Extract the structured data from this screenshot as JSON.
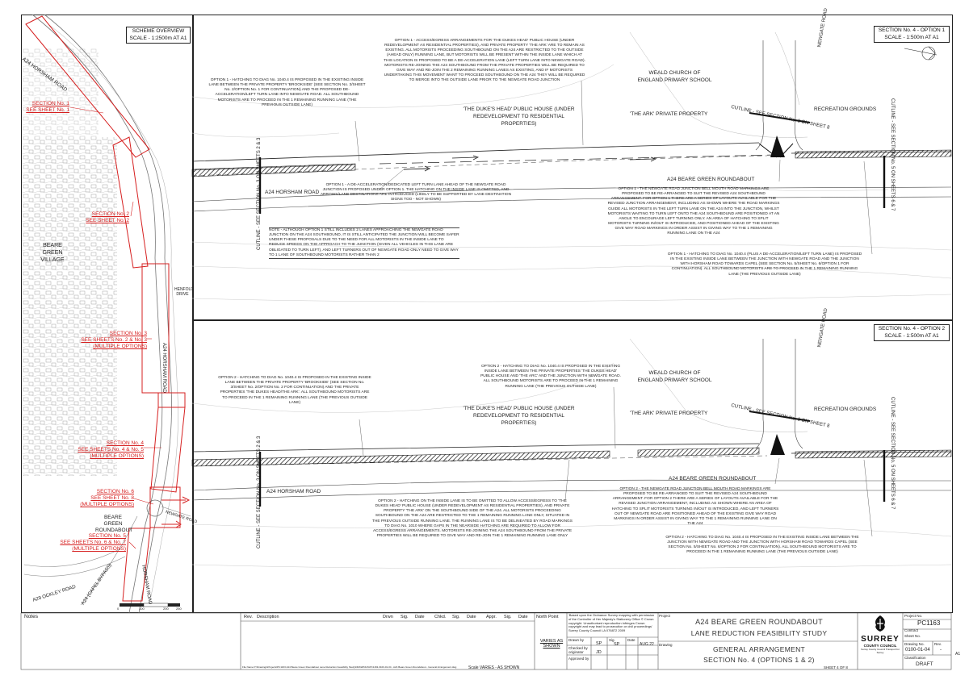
{
  "overview": {
    "scale_title": "SCHEME OVERVIEW",
    "scale": "SCALE - 1:2500m AT A1",
    "road_labels": [
      "A24 HORSHAM ROAD",
      "A24 HORSHAM ROAD",
      "A29 OCKLEY ROAD",
      "A24 (CAPEL BYPASS)",
      "HORSHAM ROAD",
      "NEWGATE ROAD",
      "HENFOLD DRIVE"
    ],
    "village": "BEARE GREEN VILLAGE",
    "roundabout": "BEARE GREEN ROUNDABOUT",
    "sections": [
      {
        "line1": "SECTION No. 1",
        "line2": "SEE SHEET No. 1",
        "line3": ""
      },
      {
        "line1": "SECTION No. 2",
        "line2": "SEE SHEET No. 2",
        "line3": ""
      },
      {
        "line1": "SECTION No. 3",
        "line2": "SEE SHEETS No. 2 & No. 3",
        "line3": "(MULTIPLE OPTIONS)"
      },
      {
        "line1": "SECTION No. 4",
        "line2": "SEE SHEETS No. 4 & No. 5",
        "line3": "(MULTIPLE OPTIONS)"
      },
      {
        "line1": "SECTION No. 6",
        "line2": "SEE SHEET No. 8",
        "line3": "(MULTIPLE OPTIONS)"
      },
      {
        "line1": "SECTION No. 5",
        "line2": "SEE SHEETS No. 6 & No. 7",
        "line3": "(MULTIPLE OPTIONS)"
      }
    ],
    "scale_ticks": [
      "0",
      "100",
      "200",
      "250"
    ]
  },
  "option1": {
    "box_title": "SECTION No. 4 - OPTION 1",
    "box_scale": "SCALE - 1:500m AT A1",
    "note_top": "OPTION 1 - ACCESS/EGRESS ARRANGEMENTS FOR 'THE DUKES HEAD' PUBLIC HOUSE (UNDER REDEVELOPMENT AS RESIDENTIAL PROPERTIES), AND PRIVATE PROPERTY 'THE ARK' ARE TO REMAIN AS EXISTING. ALL MOTORISTS PROCEEDING SOUTHBOUND ON THE A24 ARE RESTRICTED TO THE OUTSIDE (AHEAD ONLY) RUNNING LANE, BUT MOTORISTS WILL BE PRESENT WITHIN THE INSIDE LANE WHICH AT THIS LOCATION IS PROPOSED TO BE A DE-ACCELERATION LANE (LEFT TURN LANE INTO NEWGATE ROAD). MOTORISTS RE-JOINING THE A24 SOUTHBOUND FROM THE PRIVATE PROPERTIES WILL BE REQUIRED TO GIVE WAY AND RE-JOIN THE 2 REMAINING RUNNING LANES AS EXISTING, AND IF MOTORISTS UNDERTAKING THIS MOVEMENT WANT TO PROCEED SOUTHBOUND ON THE A24 THEY WILL BE REQUIRED TO MERGE INTO THE OUTSIDE LANE PRIOR TO THE NEWGATE ROAD JUNCTION",
    "note_left": "OPTION 1 - HATCHING TO DIAG No. 1040.4 IS PROPOSED IN THE EXISTING INSIDE LANE BETWEEN THE PRIVATE PROPERTY 'BROOKSIDE' (SEE SECTION No. 3/SHEET No. 2/OPTION No. 1 FOR CONTINUATION) AND THE PROPOSED DE-ACCELERATION/LEFT TURN LANE INTO NEWGATE ROAD. ALL SOUTHBOUND MOTORISTS ARE TO PROCEED IN THE 1 REMAINING RUNNING LANE (THE PREVIOUS OUTSIDE LANE)",
    "note_mid": "OPTION 1 - A DE-ACCELERATION/DEDICATED LEFT TURN LANE AHEAD OF THE NEWGATE ROAD JUNCTION IS PROPOSED UNDER OPTION 1. THE HATCHING ON THE INSIDE LANE IS OMITTED, AND ARROWS/LANE DESTINATIONS ARE INTRODUCED (LIKELY TO BE SUPPORTED BY LANE DESTINATION SIGNS TOO - NOT SHOWN)",
    "note_warn": "NOTE - ALTHOUGH OPTION 1 STILL INCLUDES 2 LANES APPROACHING THE NEWGATE ROAD JUNCTION ON THE A24 SOUTHBOUND, IT IS STILL ANTICIPATED THE JUNCTION WILL BECOME SAFER UNDER THESE PROPOSALS DUE TO THE NEED FOR ALL MOTORISTS IN THE INSIDE LANE TO REDUCE SPEEDS ON THE APPROACH TO THE JUNCTION (GIVEN ALL VEHICLES IN THIS LANE ARE OBLIGATED TO TURN LEFT), AND LEFT TURNERS OUT OF NEWGATE ROAD ONLY NEED TO GIVE WAY TO 1 LANE OF SOUTHBOUND MOTORISTS RATHER THAN 2",
    "note_right": "OPTION 1 - THE NEWGATE ROAD JUNCTION BELL MOUTH ROAD MARKINGS ARE PROPOSED TO BE RE-ARRANGED TO SUIT THE REVISED A24 SOUTHBOUND ARRANGEMENT. FOR OPTION 1 THERE ARE A SERIES OF LAYOUTS AVAILABLE FOR THE REVISED JUNCTION ARRANGEMENT, INCLUDING AS SHOWN WHERE THE ROAD MARKINGS GUIDE ALL MOTORISTS IN THE LEFT TURN LANE ON THE A24 INTO THE JUNCTION, WHILST MOTORISTS WAITING TO TURN LEFT ONTO THE A24 SOUTHBOUND ARE POSITIONED AT AN ANGLE TO ENCOURAGE LEFT TURNING ONLY. AN AREA OF HATCHING TO SPLIT MOTORISTS TURNING IN/OUT IS INTRODUCED, AND POSITIONED AHEAD OF THE EXISTING GIVE WAY ROAD MARKINGS IN ORDER ASSIST IN GIVING WAY TO THE 1 REMAINING RUNNING LANE ON THE A24",
    "note_bottom": "OPTION 1 - HATCHING TO DIAG No. 1040.4 (PLUS A DE-ACCELERATION/LEFT TURN LANE) IS PROPOSED IN THE EXISTING INSIDE LANE BETWEEN THE JUNCTION WITH NEWGATE ROAD AND THE JUNCTION WITH HORSHAM ROAD TOWARDS CAPEL (SEE SECTION No. 5/SHEET No. 6/OPTION 1 FOR CONTINUATION). ALL SOUTHBOUND MOTORISTS ARE TO PROCEED IN THE 1 REMAINING RUNNING LANE (THE PREVIOUS OUTSIDE LANE)",
    "dukes_head": "'THE DUKE'S HEAD' PUBLIC HOUSE (UNDER REDEVELOPMENT TO RESIDENTIAL PROPERTIES)",
    "the_ark": "'THE ARK' PRIVATE PROPERTY",
    "school": "WEALD CHURCH OF ENGLAND PRIMARY SCHOOL",
    "recreation": "RECREATION GROUNDS",
    "newgate": "NEWGATE ROAD",
    "roundabout": "A24 BEARE GREEN ROUNDABOUT",
    "horsham": "A24 HORSHAM ROAD",
    "cutline_left": "CUTLINE - SEE SECTION No. 3 ON SHEETS 2 & 3",
    "cutline_top": "CUTLINE - SEE SECTION No. 6 ON SHEET 8",
    "cutline_right": "CUTLINE - SEE SECTION No. 5 ON SHEETS 6 & 7"
  },
  "option2": {
    "box_title": "SECTION No. 4 - OPTION 2",
    "box_scale": "SCALE - 1:500m AT A1",
    "note_top": "OPTION 2 - HATCHING TO DIAG No. 1040.4 IS PROPOSED IN THE EXISTING INSIDE LANE BETWEEN THE PRIVATE PROPERTIES 'THE DUKES HEAD' PUBLIC HOUSE AND 'THE ARC' AND THE JUNCTION WITH NEWGATE ROAD. ALL SOUTHBOUND MOTORISTS ARE TO PROCEED IN THE 1 REMAINING RUNNING LANE (THE PREVIOUS OUTSIDE LANE)",
    "note_left": "OPTION 2 - HATCHING TO DIAG No. 1040.4 IS PROPOSED IN THE EXISTING INSIDE LANE BETWEEN THE PRIVATE PROPERTY 'BROOKSIDE' (SEE SECTION No. 3/SHEET No. 2/OPTION No. 2 FOR CONTINUATION) AND THE PRIVATE PROPERTIES 'THE DUKES HEAD/THE ARK'. ALL SOUTHBOUND MOTORISTS ARE TO PROCEED IN THE 1 REMAINING RUNNING LANE (THE PREVIOUS OUTSIDE LANE)",
    "note_mid": "OPTION 2 - HATCHING ON THE INSIDE LANE IS TO BE OMITTED TO ALLOW ACCESS/EGRESS TO 'THE DUKES HEAD' PUBLIC HOUSE (UNDER REDEVELOPMENT AS RESIDENTIAL PROPERTIES), AND PRIVATE PROPERTY 'THE ARK' ON THE SOUTHBOUND SIDE OF THE A24. ALL MOTORISTS PROCEEDING SOUTHBOUND ON THE A24 ARE RESTRICTED TO THE 1 REMAINING RUNNING LANE ONLY, SITUATED IN THE PREVIOUS OUTSIDE RUNNING LANE. THE RUNNING LANE IS TO BE DELINEATED BY ROAD MARKINGS TO DIAG No. 1010 WHERE GAPS IN THE NEARSIDE HATCHING ARE REQUIRED TO ALLOW FOR ACCESS/EGRESS ARRANGEMENTS. MOTORISTS RE-JOINING THE A24 SOUTHBOUND FROM THE PRIVATE PROPERTIES WILL BE REQUIRED TO GIVE WAY AND RE-JOIN THE 1 REMAINING RUNNING LANE ONLY",
    "note_right": "OPTION 2 - THE NEWGATE ROAD JUNCTION BELL MOUTH ROAD MARKINGS ARE PROPOSED TO BE RE-ARRANGED TO SUIT THE REVISED A24 SOUTHBOUND ARRANGEMENT. FOR OPTION 2 THERE ARE A SERIES OF LAYOUTS AVAILABLE FOR THE REVISED JUNCTION ARRANGEMENT, INCLUDING AS SHOWN WHERE AN AREA OF HATCHING TO SPLIT MOTORISTS TURNING IN/OUT IS INTRODUCED, AND LEFT TURNERS OUT OF NEWGATE ROAD ARE POSITIONED AHEAD OF THE EXISTING GIVE WAY ROAD MARKINGS IN ORDER ASSIST IN GIVING WAY TO THE 1 REMAINING RUNNING LANE ON THE A24",
    "note_bottom": "OPTION 2 - HATCHING TO DIAG No. 1040.4 IS PROPOSED IN THE EXISTING INSIDE LANE BETWEEN THE JUNCTION WITH NEWGATE ROAD AND THE JUNCTION WITH HORSHAM ROAD TOWARDS CAPEL (SEE SECTION No. 5/SHEET No. 6/OPTION 2 FOR CONTINUATION). ALL SOUTHBOUND MOTORISTS ARE TO PROCEED IN THE 1 REMAINING RUNNING LANE (THE PREVIOUS OUTSIDE LANE)",
    "dukes_head": "'THE DUKE'S HEAD' PUBLIC HOUSE (UNDER REDEVELOPMENT TO RESIDENTIAL PROPERTIES)",
    "the_ark": "'THE ARK' PRIVATE PROPERTY",
    "school": "WEALD CHURCH OF ENGLAND PRIMARY SCHOOL",
    "recreation": "RECREATION GROUNDS",
    "newgate": "NEWGATE ROAD",
    "roundabout": "A24 BEARE GREEN ROUNDABOUT",
    "horsham": "A24 HORSHAM ROAD",
    "cutline_left": "CUTLINE - SEE SECTION No. 3 ON SHEETS 2 & 3",
    "cutline_top": "CUTLINE - SEE SECTION No. 6 ON SHEET 8",
    "cutline_right": "CUTLINE - SEE SECTION No. 5 ON SHEETS 6 & 7"
  },
  "titleblock": {
    "notes": "Notes",
    "rev_headers": [
      "Rev.",
      "Description",
      "Drwn",
      "Sig.",
      "Date",
      "Chkd.",
      "Sig.",
      "Date",
      "Appr.",
      "Sig.",
      "Date"
    ],
    "north_point": "North Point",
    "scales": "VARIES AS SHOWN",
    "scale_bottom": "Scale  VARIES - AS SHOWN",
    "file_path": "File Name  P:\\Drawings\\Projects\\PC1163 A24 Beare Green Roundabout Lane Reduction Feasibility Study\\DRAWINGS\\PC1163-0100-01-04 - A24 Beare Green Roundabout - General Arrangement.dwg",
    "copyright": "'Based upon the Ordnance Survey mapping with permission of the Controller of Her Majesty's Stationery Office © Crown copyright. Unauthorised reproduction infringes Crown copyright and may lead to prosecution or civil proceedings' Surrey County Council LA 076872 2009",
    "drawn_by": "Drawn by",
    "drawn_init": "SP",
    "checked_by": "Checked by",
    "originator": "originator",
    "checked_init": "JD",
    "approved_by": "Approved by",
    "sig": "Sig.",
    "sig_init": "SP",
    "date": "Date",
    "date_val": "AUG 22",
    "drawing": "Drawing",
    "project": "Project",
    "title1": "A24 BEARE GREEN ROUNDABOUT",
    "title2": "LANE REDUCTION FEASIBILITY STUDY",
    "title3": "GENERAL ARRANGEMENT",
    "title4": "SECTION No. 4 (OPTIONS 1 & 2)",
    "sheet": "SHEET 4 OF 8",
    "project_no_label": "Project No.",
    "project_no": "PC1163",
    "contract_label": "Contract",
    "sheet_label": "Sheet No.",
    "drawing_no_label": "Drawing No.",
    "drawing_no": "0100-01-04",
    "rev_label": "Rev.",
    "rev_val": "-",
    "classification_label": "Classification",
    "classification": "DRAFT",
    "brand1": "SURREY",
    "brand2": "COUNTY COUNCIL",
    "brand3": "Surrey County Council Transport for Surrey",
    "sheet_size": "A1"
  },
  "colors": {
    "red": "#d62020",
    "line": "#222222",
    "grey": "#9a9a9a"
  }
}
